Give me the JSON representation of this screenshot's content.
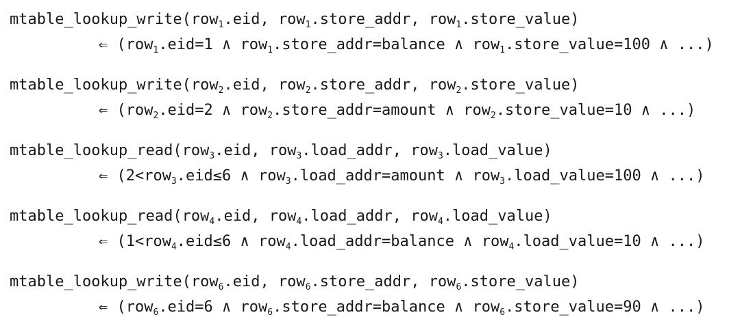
{
  "page": {
    "background": "#ffffff",
    "text_color": "#191919",
    "implication_arrow": "⇐",
    "and_operator": "∧"
  },
  "constraints": [
    {
      "head": "mtable_lookup_write(row{1}.eid, row{1}.store_addr, row{1}.store_value)",
      "body": "⇐ (row{1}.eid=1 ∧ row{1}.store_addr=balance ∧ row{1}.store_value=100 ∧ ...)"
    },
    {
      "head": "mtable_lookup_write(row{2}.eid, row{2}.store_addr, row{2}.store_value)",
      "body": "⇐ (row{2}.eid=2 ∧ row{2}.store_addr=amount ∧ row{2}.store_value=10 ∧ ...)"
    },
    {
      "head": "mtable_lookup_read(row{3}.eid, row{3}.load_addr, row{3}.load_value)",
      "body": "⇐ (2<row{3}.eid≤6 ∧ row{3}.load_addr=amount ∧ row{3}.load_value=100 ∧ ...)"
    },
    {
      "head": "mtable_lookup_read(row{4}.eid, row{4}.load_addr, row{4}.load_value)",
      "body": "⇐ (1<row{4}.eid≤6 ∧ row{4}.load_addr=balance ∧ row{4}.load_value=10 ∧ ...)"
    },
    {
      "head": "mtable_lookup_write(row{6}.eid, row{6}.store_addr, row{6}.store_value)",
      "body": "⇐ (row{6}.eid=6 ∧ row{6}.store_addr=balance ∧ row{6}.store_value=90 ∧ ...)"
    }
  ]
}
